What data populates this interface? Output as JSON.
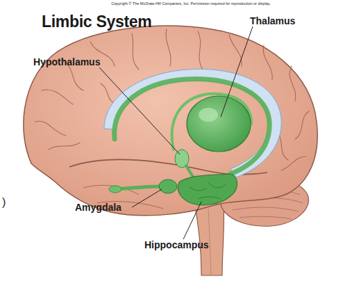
{
  "diagram": {
    "title": "Limbic System",
    "labels": [
      "Copyright © The McGraw-Hill Companies, Inc. Permission required for reproduction or display.",
      "Thalamus",
      "Hypothalamus",
      "Amygdala",
      "Hippocampus",
      ")"
    ]
  }
}
